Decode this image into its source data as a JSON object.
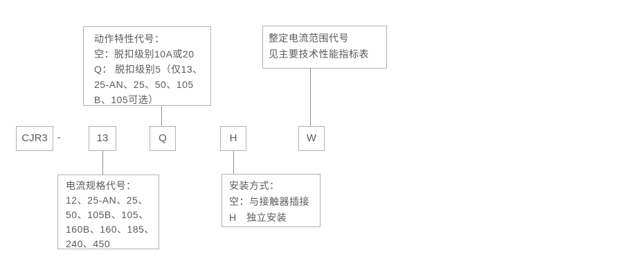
{
  "colors": {
    "background": "#ffffff",
    "box_border": "#b0b0b0",
    "connector_line": "#8f8f8f",
    "text": "#5a5a5a"
  },
  "model": {
    "series": "CJR3",
    "separator": "-",
    "current_spec_code": "13",
    "action_characteristic_code": "Q",
    "mounting_code": "H",
    "setting_range_code": "W"
  },
  "callouts": {
    "action": {
      "lines": [
        "动作特性代号：",
        "空：脱扣级别10A或20",
        "Q： 脱扣级别5（仅13、",
        "25-AN、25、50、105",
        "B、105可选）"
      ]
    },
    "range": {
      "lines": [
        "整定电流范围代号",
        "见主要技术性能指标表"
      ]
    },
    "current": {
      "lines": [
        "电流规格代号：",
        "12、25-AN、25、",
        "50、105B、105、",
        "160B、160、185、",
        "240、450"
      ]
    },
    "mounting": {
      "lines": [
        "安装方式：",
        "空：与接触器插接",
        "H　独立安装"
      ]
    }
  }
}
